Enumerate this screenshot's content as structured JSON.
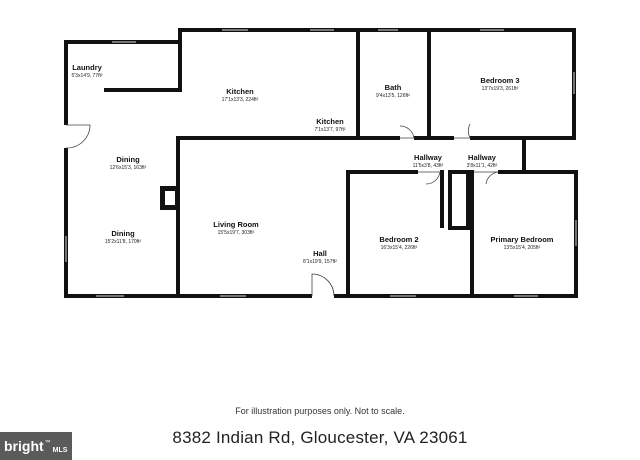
{
  "rooms": {
    "laundry": {
      "name": "Laundry",
      "dims": "5'3x14'9, 77ft²"
    },
    "kitchen": {
      "name": "Kitchen",
      "dims": "17'1x13'3, 224ft²"
    },
    "kitchen2": {
      "name": "Kitchen",
      "dims": "7'1x13'7, 97ft²"
    },
    "bath": {
      "name": "Bath",
      "dims": "9'4x13'5, 126ft²"
    },
    "bedroom3": {
      "name": "Bedroom 3",
      "dims": "13'7x19'3, 261ft²"
    },
    "dining1": {
      "name": "Dining",
      "dims": "12'6x15'3, 163ft²"
    },
    "dining2": {
      "name": "Dining",
      "dims": "15'2x11'8, 170ft²"
    },
    "living": {
      "name": "Living Room",
      "dims": "15'5x19'7, 303ft²"
    },
    "hall": {
      "name": "Hall",
      "dims": "8'1x19'9, 157ft²"
    },
    "hallway1": {
      "name": "Hallway",
      "dims": "11'5x3'8, 43ft²"
    },
    "hallway2": {
      "name": "Hallway",
      "dims": "3'8x11'1, 42ft²"
    },
    "bedroom2": {
      "name": "Bedroom 2",
      "dims": "16'3x15'4, 226ft²"
    },
    "primary": {
      "name": "Primary Bedroom",
      "dims": "13'5x15'4, 205ft²"
    }
  },
  "footer": {
    "disclaimer": "For illustration purposes only. Not to scale.",
    "address": "8382 Indian Rd, Gloucester, VA 23061",
    "logo_text": "bright",
    "logo_sub": "MLS"
  }
}
